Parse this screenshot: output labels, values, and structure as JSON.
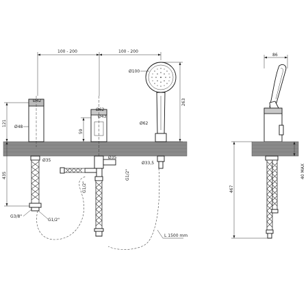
{
  "labels": {
    "spread_left": "100 - 200",
    "spread_right": "100 - 200",
    "dia_100": "Ø100",
    "dia_42": "Ø42",
    "dia_48": "Ø48",
    "dia_62_top": "Ø62",
    "dia_43": "Ø43",
    "dia_62_right": "Ø62",
    "dia_35_left": "Ø35",
    "dia_35_mid": "Ø35",
    "dia_335": "Ø33,5",
    "h_121": "121",
    "h_59": "59",
    "h_263": "263",
    "h_435": "435",
    "thread_g38": "G3/8\"",
    "thread_g12_bottom": "G1/2\"",
    "thread_g12_left": "G1/2\"",
    "thread_g12_right": "G1/2\"",
    "hose_length": "L 1500 mm",
    "side_width": "86",
    "side_height": "467",
    "side_max": "40 MAX"
  }
}
